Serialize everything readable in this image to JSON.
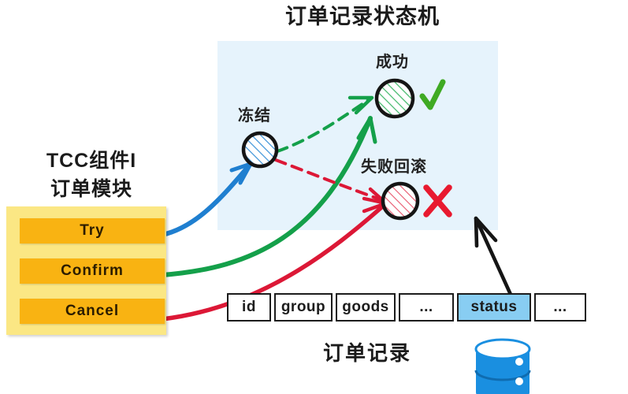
{
  "title": "订单记录状态机",
  "state_machine": {
    "panel_bg": "#e6f3fc",
    "states": [
      {
        "id": "frozen",
        "label": "冻结",
        "color": "#1f7fd0",
        "marker": ""
      },
      {
        "id": "success",
        "label": "成功",
        "color": "#1aa34a",
        "marker": "✓"
      },
      {
        "id": "rollback",
        "label": "失败回滚",
        "color": "#dc1836",
        "marker": "✗"
      }
    ]
  },
  "module": {
    "title_line1": "TCC组件I",
    "title_line2": "订单模块",
    "box_color": "#fbe784",
    "button_color": "#f9b312",
    "buttons": [
      {
        "id": "try",
        "label": "Try",
        "arrow_color": "#1f7fd0"
      },
      {
        "id": "confirm",
        "label": "Confirm",
        "arrow_color": "#1aa34a"
      },
      {
        "id": "cancel",
        "label": "Cancel",
        "arrow_color": "#dc1836"
      }
    ]
  },
  "record_table": {
    "caption": "订单记录",
    "highlight_color": "#88cdf2",
    "columns": [
      {
        "name": "id",
        "label": "id",
        "highlighted": false
      },
      {
        "name": "group",
        "label": "group",
        "highlighted": false
      },
      {
        "name": "goods",
        "label": "goods",
        "highlighted": false
      },
      {
        "name": "more1",
        "label": "...",
        "highlighted": false
      },
      {
        "name": "status",
        "label": "status",
        "highlighted": true
      },
      {
        "name": "more2",
        "label": "...",
        "highlighted": false
      }
    ]
  },
  "database": {
    "name": "database-cylinder",
    "color": "#1a8fe0"
  }
}
